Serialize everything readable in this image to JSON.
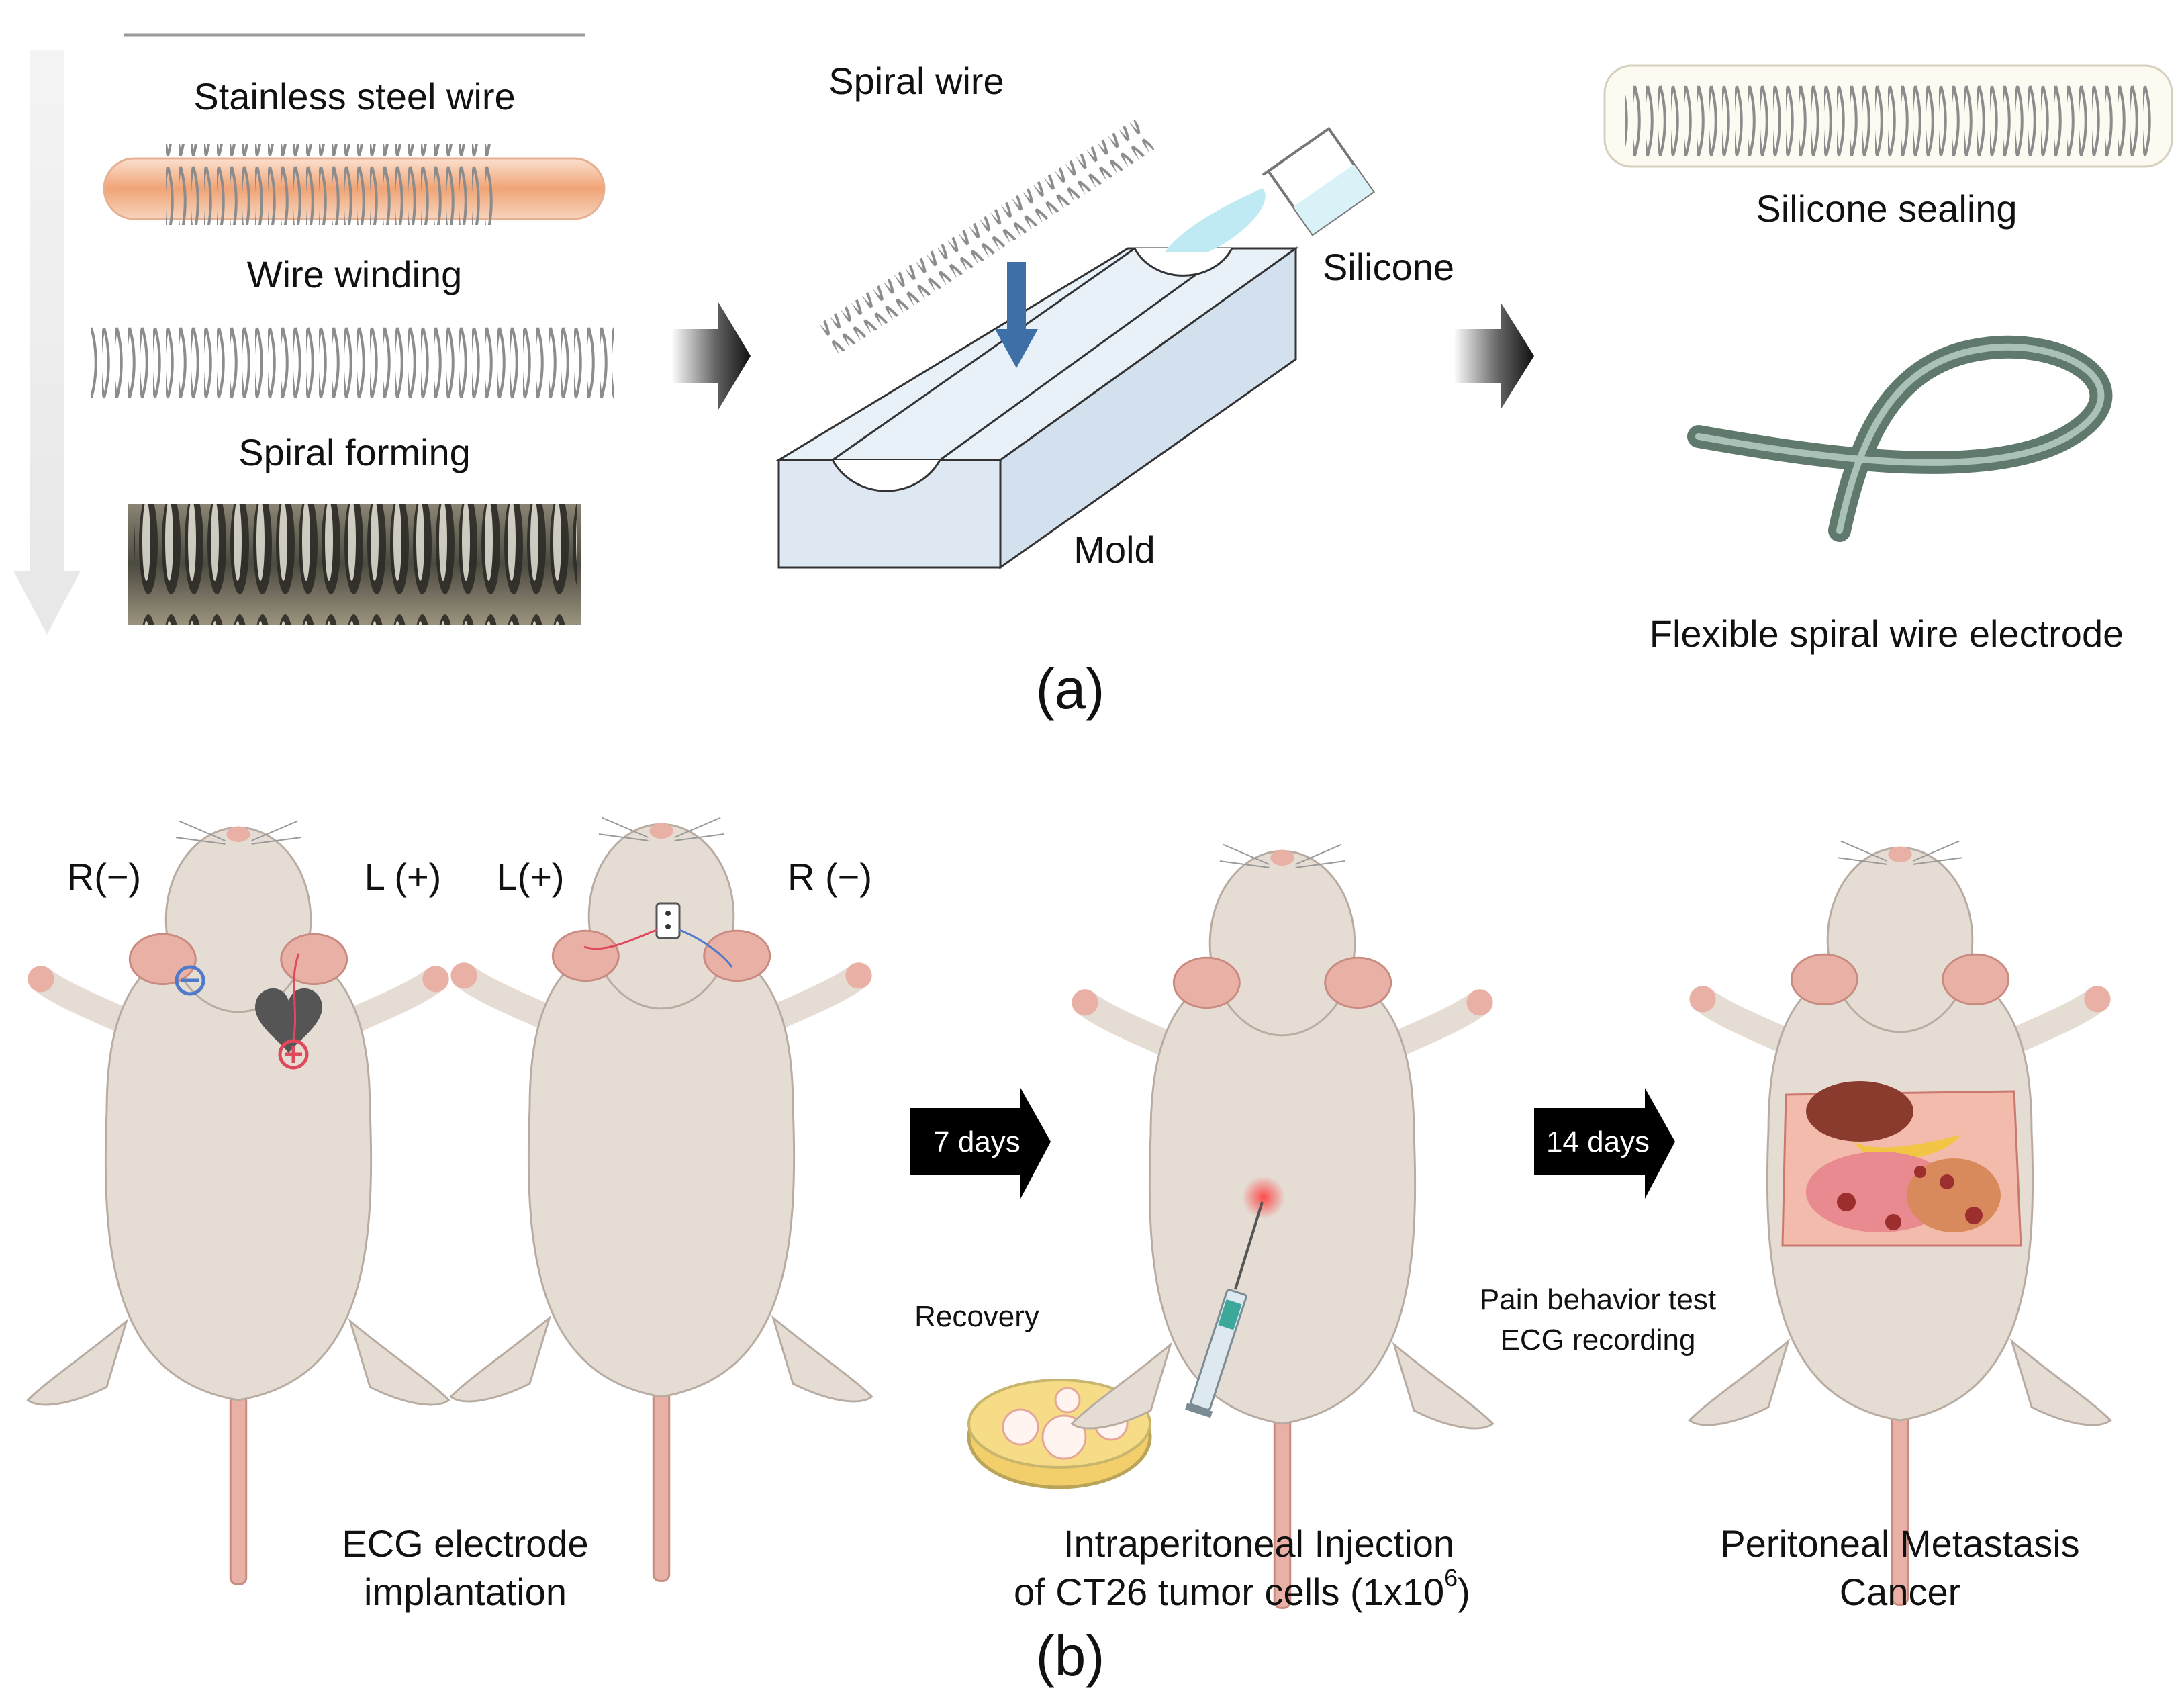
{
  "panel_a": {
    "label": "(a)",
    "steps": {
      "stainless_steel_wire": "Stainless steel wire",
      "wire_winding": "Wire winding",
      "spiral_forming": "Spiral forming"
    },
    "mold_stage": {
      "spiral_wire": "Spiral wire",
      "silicone": "Silicone",
      "mold": "Mold"
    },
    "result": {
      "silicone_sealing": "Silicone sealing",
      "flexible_electrode": "Flexible spiral wire electrode"
    }
  },
  "panel_b": {
    "label": "(b)",
    "mouse1": {
      "right_lead": "R(−)",
      "left_lead": "L (+)"
    },
    "mouse2": {
      "left_lead": "L(+)",
      "right_lead": "R (−)"
    },
    "implant_caption_1": "ECG electrode",
    "implant_caption_2": "implantation",
    "arrow1": "7 days",
    "recovery": "Recovery",
    "injection_caption_1": "Intraperitoneal Injection",
    "injection_caption_2": "of CT26 tumor cells (1x10",
    "injection_exponent": "6",
    "injection_close": ")",
    "arrow2": "14 days",
    "pain_test": "Pain behavior test",
    "ecg_recording": "ECG recording",
    "metastasis_caption_1": "Peritoneal Metastasis",
    "metastasis_caption_2": "Cancer"
  }
}
